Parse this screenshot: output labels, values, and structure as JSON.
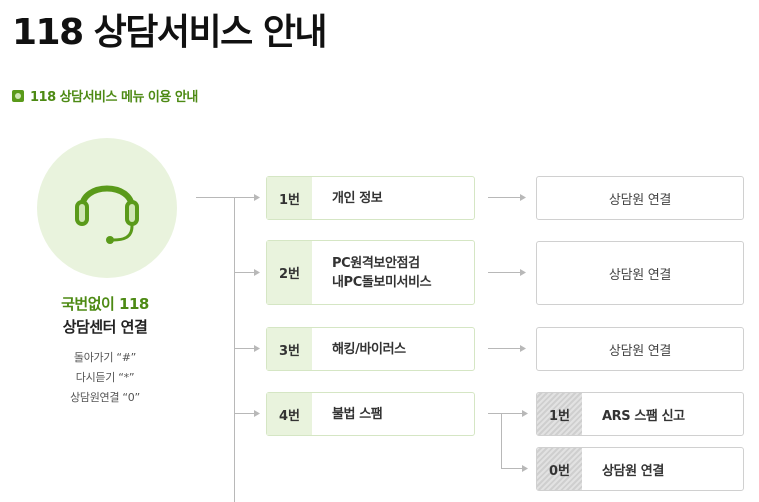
{
  "page": {
    "title": "118 상담서비스 안내"
  },
  "section": {
    "subtitle": "118 상담서비스 메뉴 이용 안내"
  },
  "left": {
    "line1": "국번없이 118",
    "line2": "상담센터 연결",
    "hints": [
      "돌아가기 “#”",
      "다시듣기 “*”",
      "상담원연결 “0”"
    ]
  },
  "menu": [
    {
      "num": "1번",
      "label": "개인 정보",
      "result": "상담원 연결"
    },
    {
      "num": "2번",
      "label_lines": [
        "PC원격보안점검",
        "내PC돌보미서비스"
      ],
      "result": "상담원 연결"
    },
    {
      "num": "3번",
      "label": "해킹/바이러스",
      "result": "상담원 연결"
    },
    {
      "num": "4번",
      "label": "불법 스팸",
      "sub": [
        {
          "num": "1번",
          "label": "ARS 스팸 신고"
        },
        {
          "num": "0번",
          "label": "상담원 연결"
        }
      ]
    }
  ],
  "colors": {
    "accent": "#4d8a14",
    "light_green": "#e9f3dd",
    "border_green": "#d5e6c4"
  },
  "icons": {
    "headset": "headset-icon",
    "subtitle_bullet": "bullet-icon"
  }
}
